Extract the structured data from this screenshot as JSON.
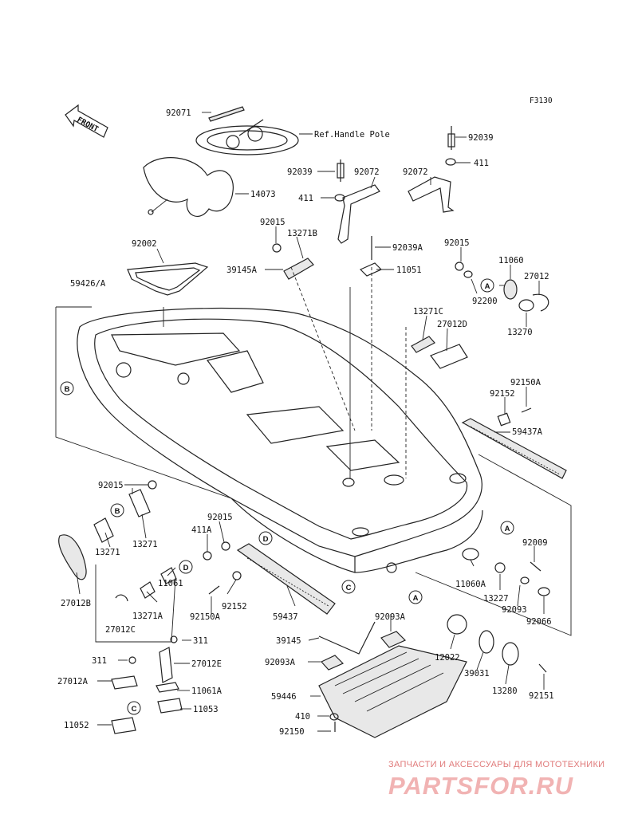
{
  "figure_code": "F3130",
  "front_label": "FRONT",
  "watermark": {
    "tagline": "ЗАПЧАСТИ И АКСЕССУАРЫ ДЛЯ МОТОТЕХНИКИ",
    "brand": "PARTSFOR.RU"
  },
  "parts": {
    "p92071": "92071",
    "ref_handle_pole": "Ref.Handle Pole",
    "p92039_top": "92039",
    "p411_top": "411",
    "p14073": "14073",
    "p92039_mid": "92039",
    "p92072_a": "92072",
    "p92072_b": "92072",
    "p411_mid": "411",
    "p92015_a": "92015",
    "p13271B": "13271B",
    "p92002": "92002",
    "p39145A": "39145A",
    "p92039A": "92039A",
    "p92015_b": "92015",
    "p11060": "11060",
    "p27012": "27012",
    "p11051": "11051",
    "p92200": "92200",
    "p59426A": "59426/A",
    "p13271C": "13271C",
    "p27012D": "27012D",
    "p13270": "13270",
    "p92150A_r": "92150A",
    "p92152_r": "92152",
    "p59437A": "59437A",
    "p92015_c": "92015",
    "p13271_a": "13271",
    "p13271_b": "13271",
    "p27012B": "27012B",
    "p92015_d": "92015",
    "p411A": "411A",
    "p11061": "11061",
    "p13271A": "13271A",
    "p27012C": "27012C",
    "p92150A_l": "92150A",
    "p92152_l": "92152",
    "p59437": "59437",
    "p92009": "92009",
    "p11060A": "11060A",
    "p13227": "13227",
    "p92093": "92093",
    "p92066": "92066",
    "p92093A_r": "92093A",
    "p39145": "39145",
    "p92093A_l": "92093A",
    "p12022": "12022",
    "p39031": "39031",
    "p13280": "13280",
    "p92151": "92151",
    "p311_a": "311",
    "p27012E": "27012E",
    "p311_b": "311",
    "p27012A": "27012A",
    "p11061A": "11061A",
    "p11053": "11053",
    "p11052": "11052",
    "p59446": "59446",
    "p410": "410",
    "p92150_b": "92150"
  },
  "callouts": {
    "A": "A",
    "B": "B",
    "C": "C",
    "D": "D"
  }
}
